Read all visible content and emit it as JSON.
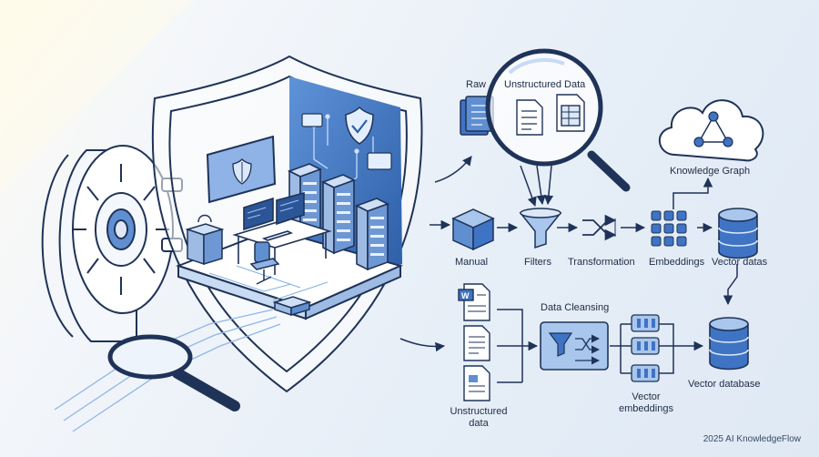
{
  "labels": {
    "raw": "Raw",
    "unstructured_data": "Unstructured Data",
    "knowledge_graph": "Knowledge Graph",
    "manual": "Manual",
    "filters": "Filters",
    "transformation": "Transformation",
    "embeddings": "Embeddings",
    "vector_datas": "Vector datas",
    "data_cleansing": "Data Cleansing",
    "unstructured_data_2": "Unstructured\ndata",
    "vector_embeddings": "Vector\nembeddings",
    "vector_database": "Vector database"
  },
  "credit": "2025 AI KnowledgeFlow",
  "colors": {
    "line": "#1f3358",
    "primary": "#3f73c4",
    "light": "#a9c6ec",
    "pale": "#dce8f7",
    "white": "#ffffff"
  },
  "icons": [
    "shield-icon",
    "vault-door-icon",
    "magnifier-icon",
    "server-rack-icon",
    "monitor-icon",
    "desk-icon",
    "chair-icon",
    "document-icon",
    "cube-icon",
    "funnel-icon",
    "shuffle-icon",
    "embedding-grid-icon",
    "database-icon",
    "cloud-graph-icon",
    "word-document-icon",
    "cleansing-box-icon"
  ]
}
